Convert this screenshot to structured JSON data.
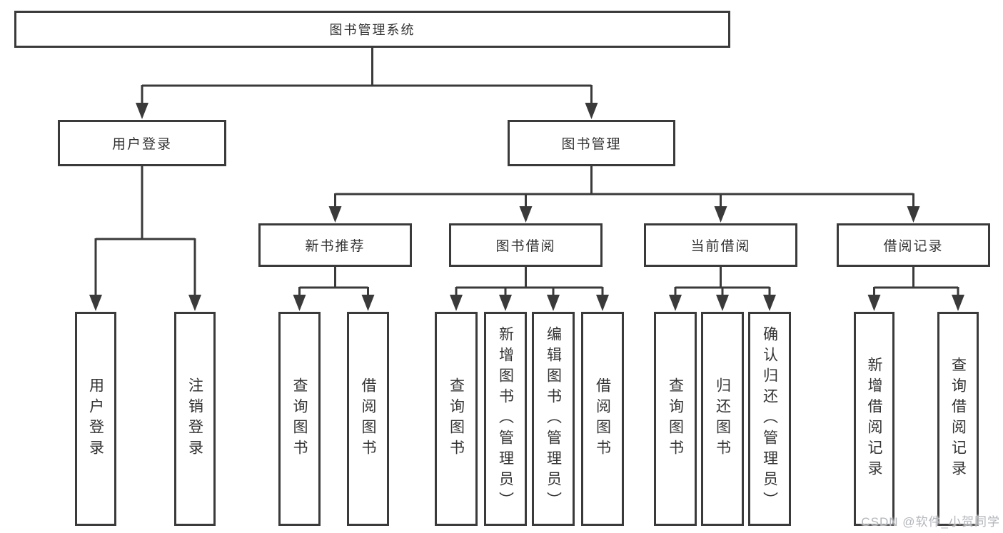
{
  "colors": {
    "line": "#3a3a3a",
    "box_border": "#3a3a3a",
    "text": "#333333",
    "background": "#ffffff",
    "watermark": "#b3b6ba"
  },
  "tree": {
    "label": "图书管理系统",
    "children": [
      {
        "label": "用户登录",
        "children": [
          {
            "label": "用户登录"
          },
          {
            "label": "注销登录"
          }
        ]
      },
      {
        "label": "图书管理",
        "children": [
          {
            "label": "新书推荐",
            "children": [
              {
                "label": "查询图书"
              },
              {
                "label": "借阅图书"
              }
            ]
          },
          {
            "label": "图书借阅",
            "children": [
              {
                "label": "查询图书"
              },
              {
                "label": "新增图书（管理员）"
              },
              {
                "label": "编辑图书（管理员）"
              },
              {
                "label": "借阅图书"
              }
            ]
          },
          {
            "label": "当前借阅",
            "children": [
              {
                "label": "查询图书"
              },
              {
                "label": "归还图书"
              },
              {
                "label": "确认归还（管理员）"
              }
            ]
          },
          {
            "label": "借阅记录",
            "children": [
              {
                "label": "新增借阅记录"
              },
              {
                "label": "查询借阅记录"
              }
            ]
          }
        ]
      }
    ]
  },
  "watermark": "CSDN @软件_小贺同学"
}
